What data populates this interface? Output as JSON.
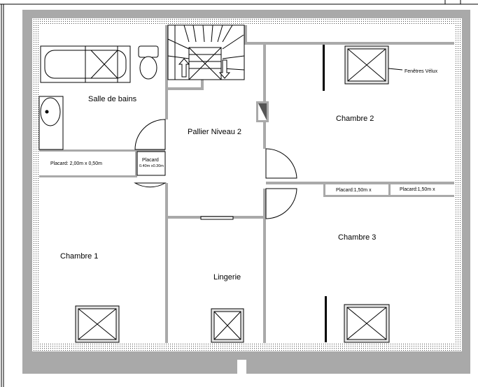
{
  "rooms": {
    "bathroom": "Salle de bains",
    "landing": "Pallier Niveau 2",
    "bedroom1": "Chambre 1",
    "bedroom2": "Chambre 2",
    "bedroom3": "Chambre 3",
    "linen": "Lingerie"
  },
  "closets": {
    "bath_closet": "Placard: 2,00m x 0,50m",
    "small_closet_line1": "Placard",
    "small_closet_line2": "0.40m x0.30m",
    "ch2_closet_left": "Placard:1,50m  x",
    "ch2_closet_right": "Placard:1,50m  x"
  },
  "annotations": {
    "velux": "Fenêtres Vélux"
  },
  "colors": {
    "wall": "#a9a9a9",
    "exterior_fill": "#d3d3d3",
    "window_fill": "#e6e6e6",
    "line": "#000000"
  }
}
